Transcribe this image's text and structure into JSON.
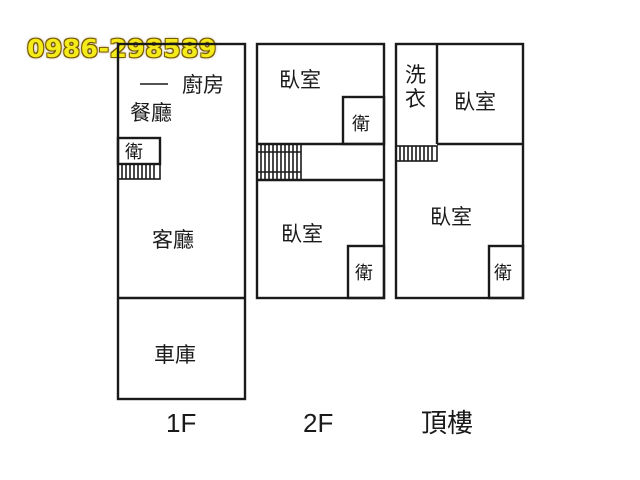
{
  "watermark": {
    "phone": "0986-298589",
    "color": "#f3ec1a"
  },
  "floors": [
    {
      "label": "1F",
      "rooms": {
        "kitchen": "廚房",
        "dining": "餐廳",
        "bath": "衛",
        "living": "客廳",
        "garage": "車庫"
      }
    },
    {
      "label": "2F",
      "rooms": {
        "bedroom_top": "臥室",
        "bath_top": "衛",
        "bedroom_bottom": "臥室",
        "bath_bottom": "衛"
      }
    },
    {
      "label": "頂樓",
      "rooms": {
        "laundry": "洗衣",
        "bedroom_top": "臥室",
        "bedroom_bottom": "臥室",
        "bath": "衛"
      }
    }
  ],
  "colors": {
    "line": "#1a1a1a",
    "background": "#ffffff"
  }
}
